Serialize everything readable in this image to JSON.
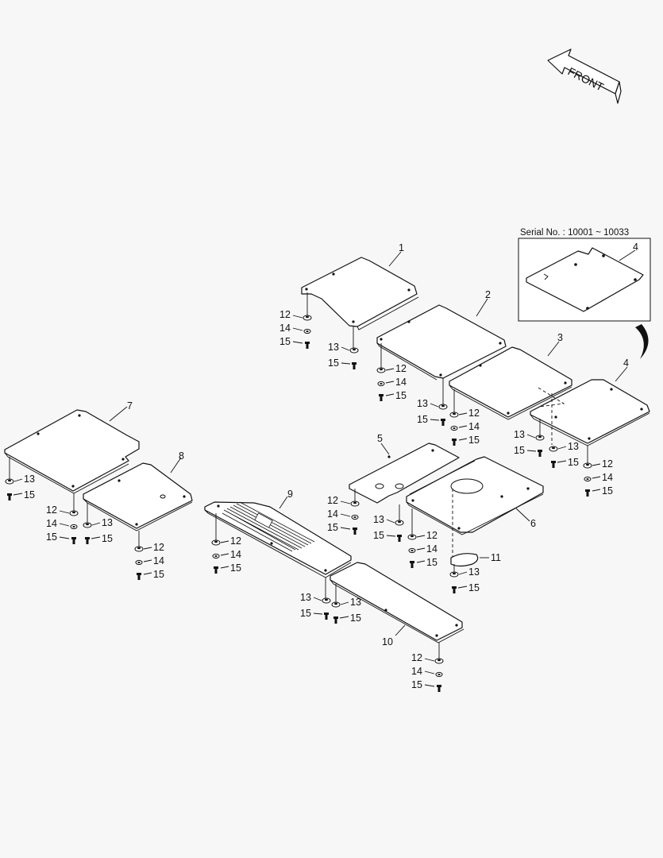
{
  "front_arrow": {
    "label": "FRONT"
  },
  "inset": {
    "serial_label": "Serial No. : 10001 ~ 10033",
    "part_label": "4"
  },
  "labels": {
    "p1": "1",
    "p2": "2",
    "p3": "3",
    "p4": "4",
    "p5": "5",
    "p6": "6",
    "p7": "7",
    "p8": "8",
    "p9": "9",
    "p10": "10",
    "p11": "11",
    "n12": "12",
    "n13": "13",
    "n14": "14",
    "n15": "15"
  }
}
